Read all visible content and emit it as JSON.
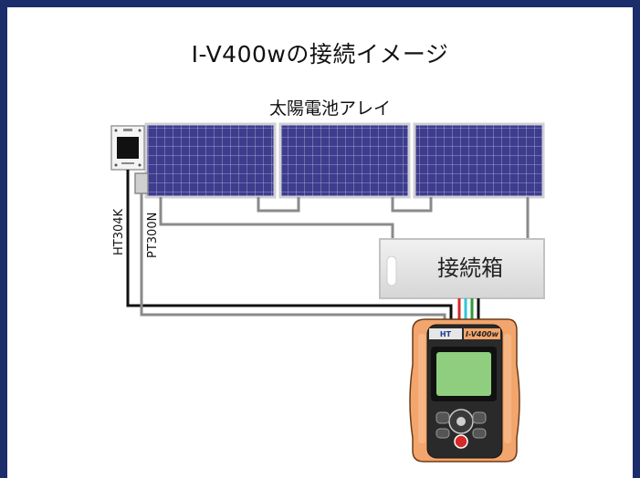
{
  "title": "I-V400wの接続イメージ",
  "labels": {
    "solar_array": "太陽電池アレイ",
    "irradiance_sensor": "HT304K",
    "temperature_probe": "PT300N",
    "junction_box": "接続箱"
  },
  "meter": {
    "brand": "HT",
    "model": "I-V400w"
  },
  "colors": {
    "frame": "#1c2d6b",
    "panel": "#3e3d8f",
    "meter_body": "#f0a46a",
    "screen": "#8fce7f",
    "cable_red": "#d42a2a",
    "cable_cyan": "#2bc7d6",
    "cable_green": "#2e9a3d",
    "cable_black": "#111111"
  }
}
